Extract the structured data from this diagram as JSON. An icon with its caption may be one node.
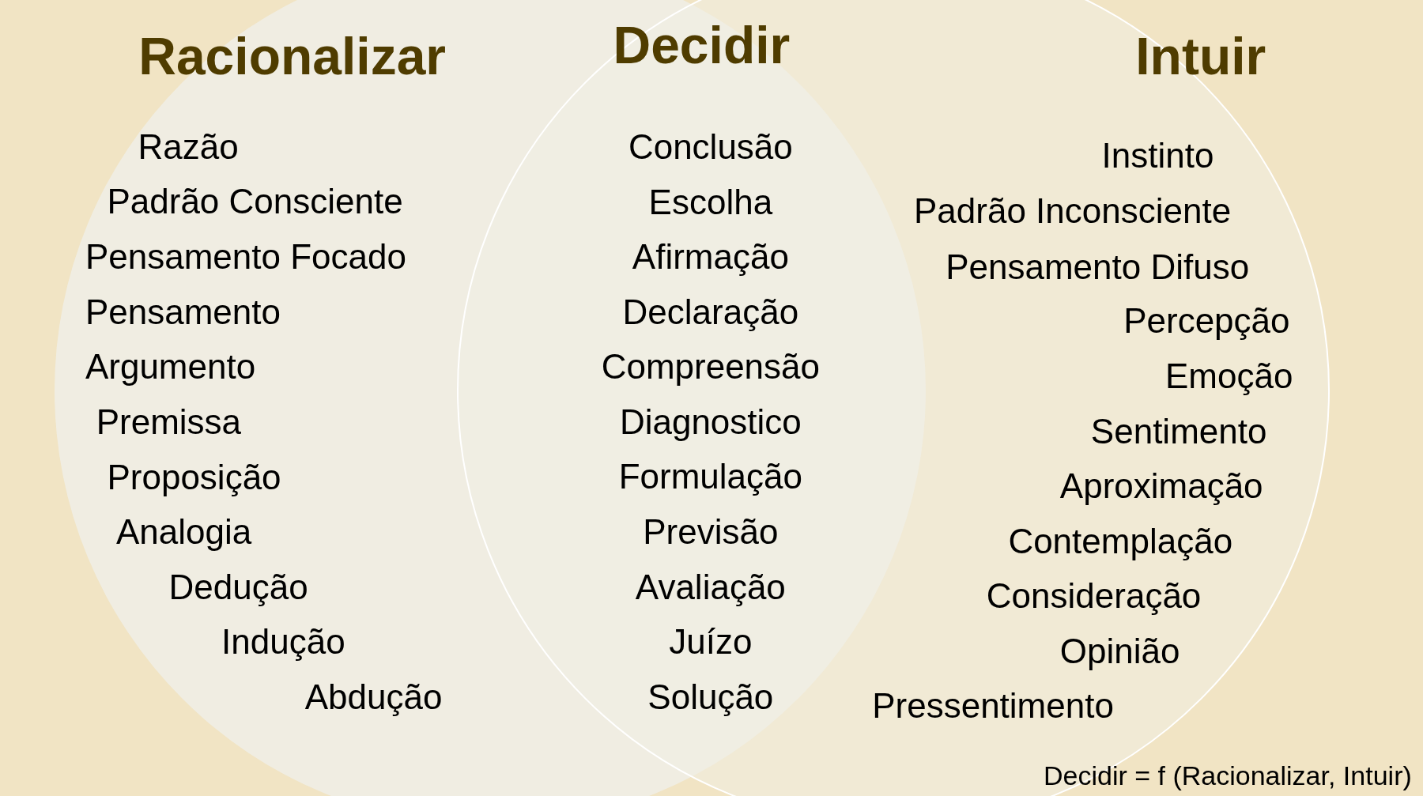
{
  "diagram": {
    "nodes": [
      {
        "text": [
          "Racionalizar",
          "Razão",
          "Padrão Consciente",
          "Pensamento Focado",
          "Pensamento",
          "Argumento",
          "Premissa",
          "Proposição",
          "Analogia",
          "Dedução",
          "Indução",
          "Abdução"
        ]
      },
      {
        "text": [
          "Intuir",
          "Instinto",
          "Padrão Inconsciente",
          "Pensamento Difuso",
          "Percepção",
          "Emoção",
          "Sentimento",
          "Aproximação",
          "Contemplação",
          "Consideração",
          "Opinião",
          "Pressentimento"
        ]
      },
      {
        "text": [
          "Decidir",
          "Conclusão",
          "Escolha",
          "Afirmação",
          "Declaração",
          "Compreensão",
          "Diagnostico",
          "Formulação",
          "Previsão",
          "Avaliação",
          "Juízo",
          "Solução"
        ]
      }
    ],
    "labels": [
      "Decidir = f (Racionalizar, Intuir)"
    ]
  }
}
